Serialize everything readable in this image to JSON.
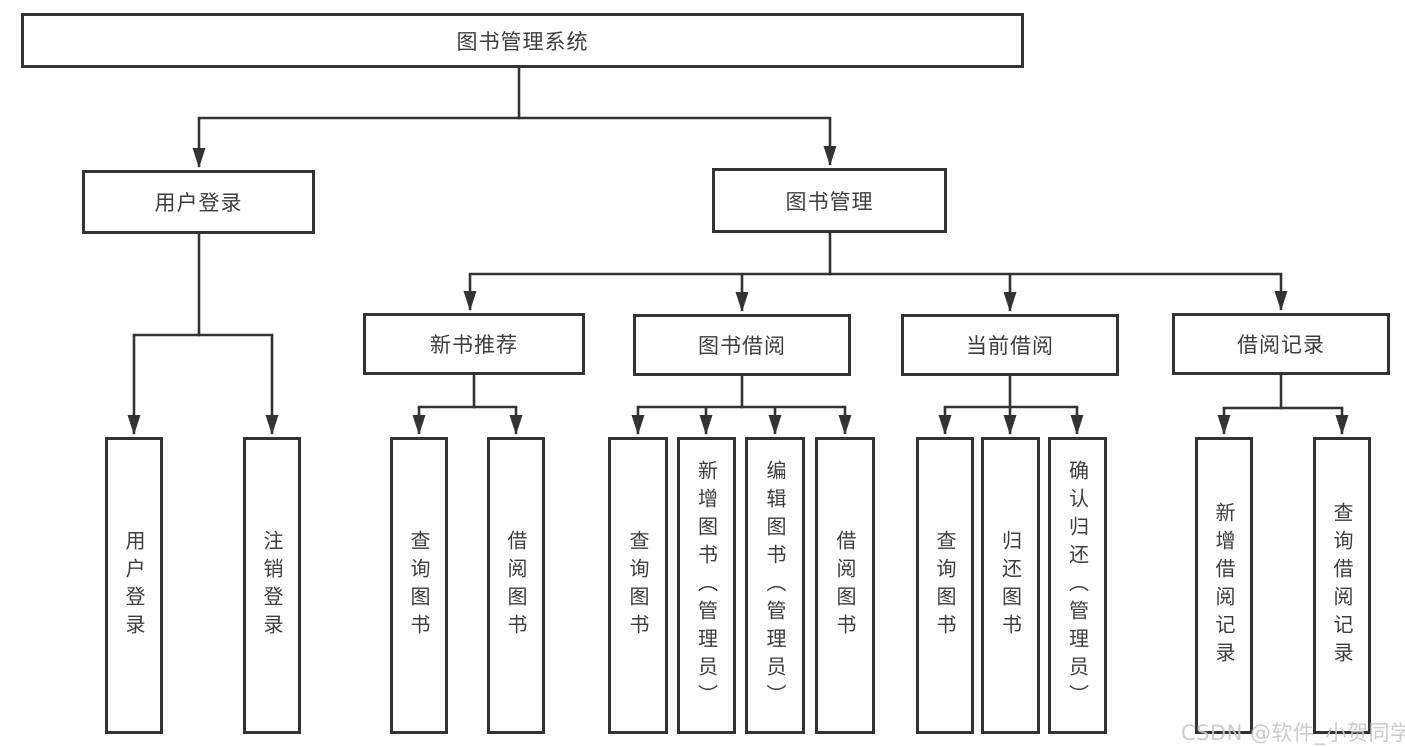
{
  "diagram_type": "hierarchy-tree",
  "tree": {
    "label": "图书管理系统",
    "children": [
      {
        "label": "用户登录",
        "children": [
          {
            "label": "用户登录"
          },
          {
            "label": "注销登录"
          }
        ]
      },
      {
        "label": "图书管理",
        "children": [
          {
            "label": "新书推荐",
            "children": [
              {
                "label": "查询图书"
              },
              {
                "label": "借阅图书"
              }
            ]
          },
          {
            "label": "图书借阅",
            "children": [
              {
                "label": "查询图书"
              },
              {
                "label": "新增图书（管理员）"
              },
              {
                "label": "编辑图书（管理员）"
              },
              {
                "label": "借阅图书"
              }
            ]
          },
          {
            "label": "当前借阅",
            "children": [
              {
                "label": "查询图书"
              },
              {
                "label": "归还图书"
              },
              {
                "label": "确认归还（管理员）"
              }
            ]
          },
          {
            "label": "借阅记录",
            "children": [
              {
                "label": "新增借阅记录"
              },
              {
                "label": "查询借阅记录"
              }
            ]
          }
        ]
      }
    ]
  },
  "watermark": "CSDN @软件_小贺同学",
  "colors": {
    "line": "#333333",
    "text": "#3d3d3d",
    "background": "#ffffff",
    "watermark": "#c6c6c6"
  }
}
